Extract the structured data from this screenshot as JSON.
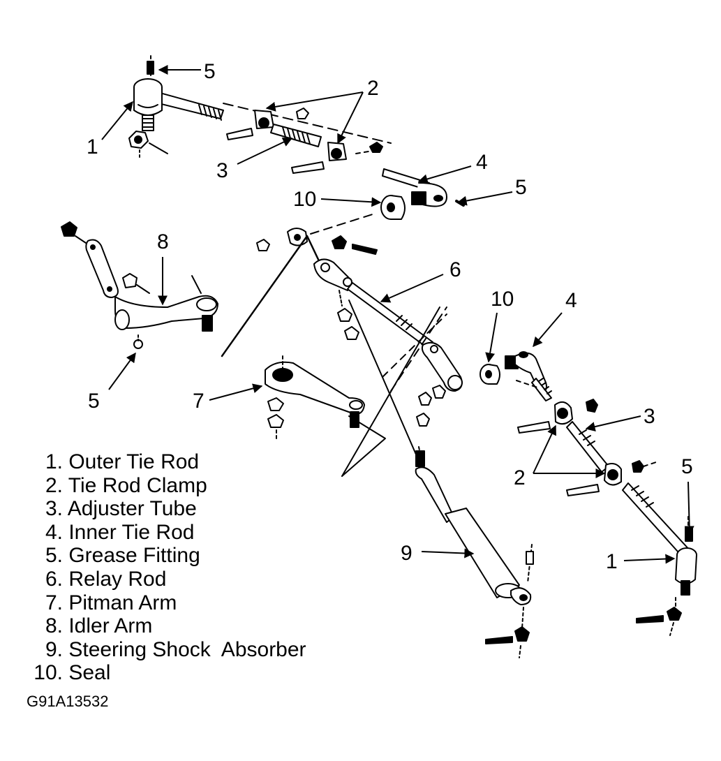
{
  "legend": [
    {
      "num": "1.",
      "label": "Outer Tie Rod"
    },
    {
      "num": "2.",
      "label": "Tie Rod Clamp"
    },
    {
      "num": "3.",
      "label": "Adjuster Tube"
    },
    {
      "num": "4.",
      "label": "Inner Tie Rod"
    },
    {
      "num": "5.",
      "label": "Grease Fitting"
    },
    {
      "num": "6.",
      "label": "Relay Rod"
    },
    {
      "num": "7.",
      "label": "Pitman Arm"
    },
    {
      "num": "8.",
      "label": "Idler Arm"
    },
    {
      "num": "9.",
      "label": "Steering Shock  Absorber"
    },
    {
      "num": "10.",
      "label": "Seal"
    }
  ],
  "figure_id": "G91A13532",
  "callouts": {
    "c5a": "5",
    "c2a": "2",
    "c1a": "1",
    "c3a": "3",
    "c4a": "4",
    "c10a": "10",
    "c5b": "5",
    "c8": "8",
    "c6": "6",
    "c10b": "10",
    "c4b": "4",
    "c5c": "5",
    "c7": "7",
    "c3b": "3",
    "c2b": "2",
    "c5d": "5",
    "c9": "9",
    "c1b": "1"
  },
  "colors": {
    "ink": "#000000",
    "background": "#ffffff",
    "shade": "#d9d9d9"
  }
}
